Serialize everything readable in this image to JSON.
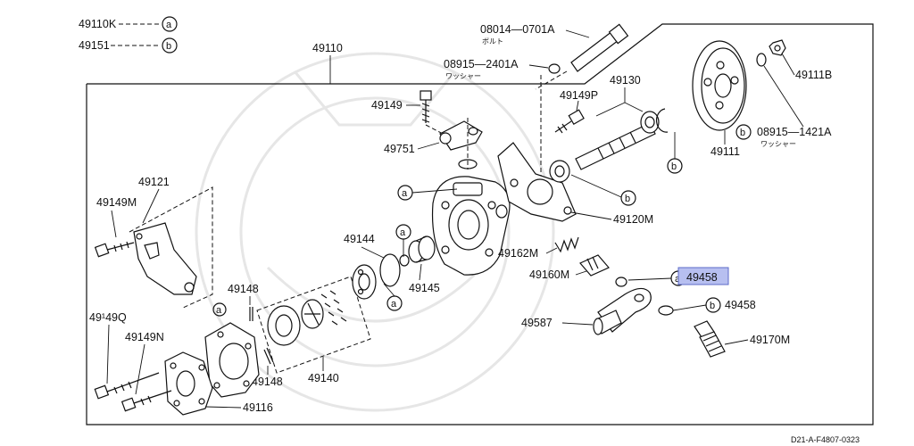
{
  "legend": [
    {
      "part": "49110K",
      "mark": "a"
    },
    {
      "part": "49151",
      "mark": "b"
    }
  ],
  "callouts": {
    "assembly": "49110",
    "bolt_top": "08014—0701A",
    "bolt_top_sub": "ボルト",
    "washer_top": "08915—2401A",
    "washer_top_sub": "ワッシャー",
    "bolt_49149": "49149",
    "bolt_49149P": "49149P",
    "shaft": "49130",
    "pulley": "49111",
    "nut": "49111B",
    "washer_right": "08915—1421A",
    "washer_right_sub": "ワッシャー",
    "fitting": "49751",
    "bracket_left": "49121",
    "bolt_left": "49149M",
    "bracket_right": "49120M",
    "ring": "49144",
    "valve": "49145",
    "spring": "49162M",
    "valve_rod": "49160M",
    "washer_hl": "49458",
    "washer_low": "49458",
    "union": "49587",
    "union_bolt": "49170M",
    "pin_top": "49148",
    "pin_bottom": "49148",
    "cartridge": "49140",
    "bolt_q": "49¹49Q",
    "bolt_n": "49149N",
    "cover": "49116"
  },
  "marks": {
    "a": "a",
    "b": "b"
  },
  "footer": "D21-A-F4807-0323"
}
